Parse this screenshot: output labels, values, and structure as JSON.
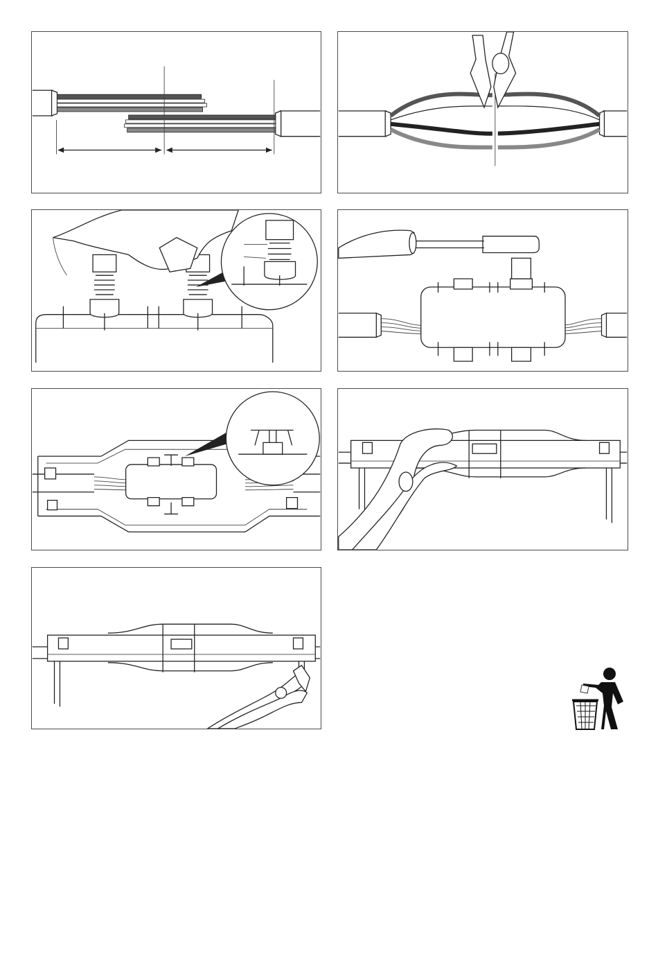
{
  "panels": [
    {
      "step": "strip-cable-ends",
      "icon": "cable-strip-icon"
    },
    {
      "step": "cut-cores",
      "icon": "side-cutter-icon"
    },
    {
      "step": "insert-cores-into-connector",
      "icon": "hand-screw-icon"
    },
    {
      "step": "tighten-shear-bolts",
      "icon": "socket-wrench-icon"
    },
    {
      "step": "place-in-housing",
      "icon": "housing-icon"
    },
    {
      "step": "close-housing-with-pliers",
      "icon": "water-pump-pliers-icon"
    },
    {
      "step": "trim-tabs",
      "icon": "cutting-pliers-icon"
    }
  ],
  "disposal_symbol": {
    "icon": "tidyman-litter-bin-icon"
  },
  "colors": {
    "line": "#222222",
    "core_dark": "#555555",
    "core_grey": "#888888",
    "background": "#ffffff"
  }
}
